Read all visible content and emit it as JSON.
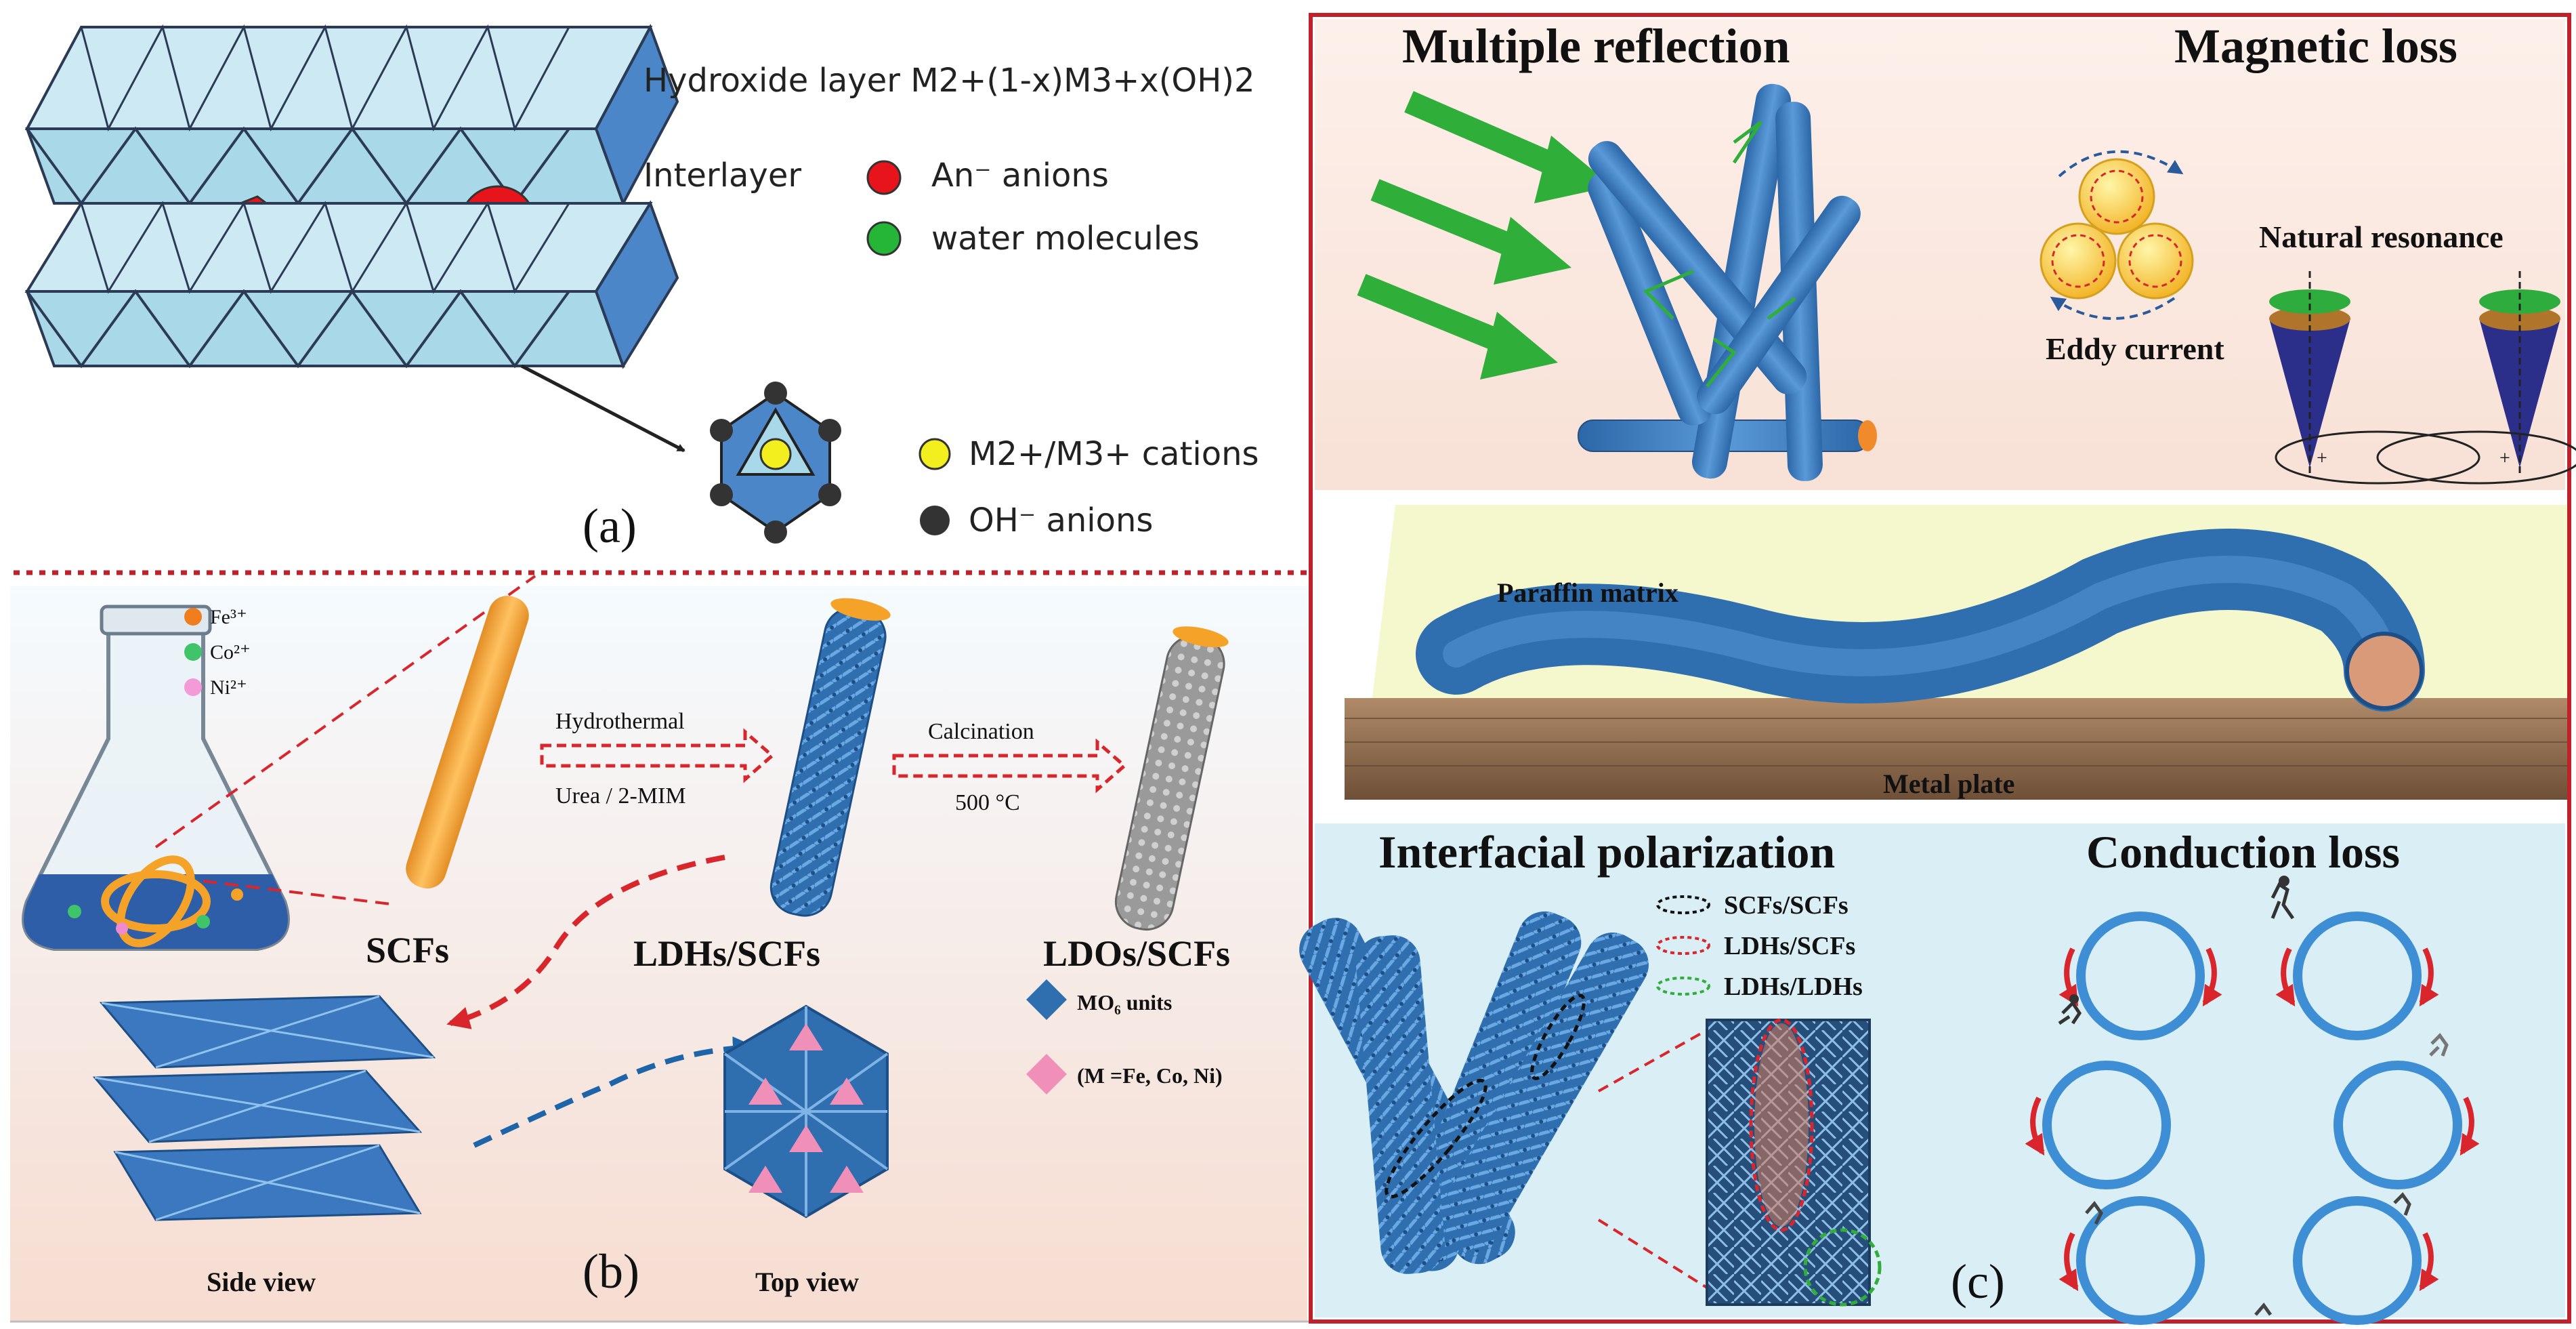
{
  "panel_a": {
    "label": "(a)",
    "hydroxide_layer": "Hydroxide layer M2+(1-x)M3+x(OH)2",
    "interlayer": "Interlayer",
    "anions": "An⁻ anions",
    "water": "water molecules",
    "cations": "M2+/M3+ cations",
    "oh_anions": "OH⁻ anions"
  },
  "panel_b": {
    "label": "(b)",
    "fe": "Fe³⁺",
    "co": "Co²⁺",
    "ni": "Ni²⁺",
    "hydrothermal": "Hydrothermal",
    "urea": "Urea / 2-MIM",
    "calcination": "Calcination",
    "temp": "500 °C",
    "scfs": "SCFs",
    "ldhs_scfs": "LDHs/SCFs",
    "ldos_scfs": "LDOs/SCFs",
    "side_view": "Side view",
    "top_view": "Top view",
    "mo6": "MO₆ units",
    "m_def": "(M =Fe, Co, Ni)"
  },
  "panel_c": {
    "label": "(c)",
    "multiple_reflection": "Multiple reflection",
    "magnetic_loss": "Magnetic loss",
    "natural_resonance": "Natural resonance",
    "eddy_current": "Eddy current",
    "paraffin": "Paraffin matrix",
    "metal_plate": "Metal plate",
    "interfacial": "Interfacial polarization",
    "conduction": "Conduction loss",
    "leg1": "SCFs/SCFs",
    "leg2": "LDHs/SCFs",
    "leg3": "LDHs/LDHs",
    "plus": "+"
  },
  "colors": {
    "divider_red": "#c0202a",
    "cyan_octa": "#a9d8e8",
    "blue_octa": "#4a86c8",
    "fiber_blue": "#3d7fc0",
    "fiber_orange": "#f0a040",
    "arrow_green": "#2fae3a",
    "green_bg": "#e4f2df",
    "blue_bg": "#d9eef5"
  }
}
